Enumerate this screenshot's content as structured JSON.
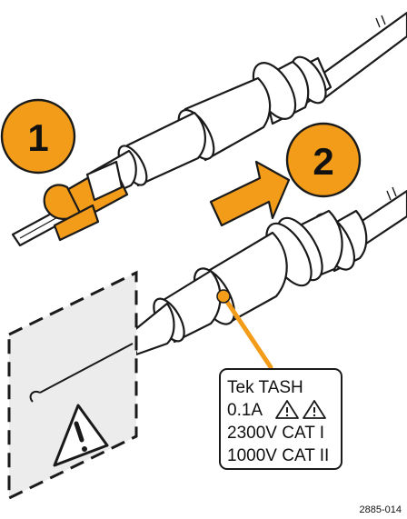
{
  "steps": [
    {
      "label": "1"
    },
    {
      "label": "2"
    }
  ],
  "probe_label": {
    "line1": "Tek TASH",
    "line2_current": "0.1A",
    "line3": "2300V CAT I",
    "line4": "1000V CAT II"
  },
  "figure_id": "2885-014",
  "colors": {
    "accent_orange": "#f39c1a",
    "outline": "#1a1a1a",
    "warning_panel": "#ececec"
  },
  "icons": [
    "warning-triangle-icon",
    "arrow-right-icon",
    "callout-leader"
  ]
}
